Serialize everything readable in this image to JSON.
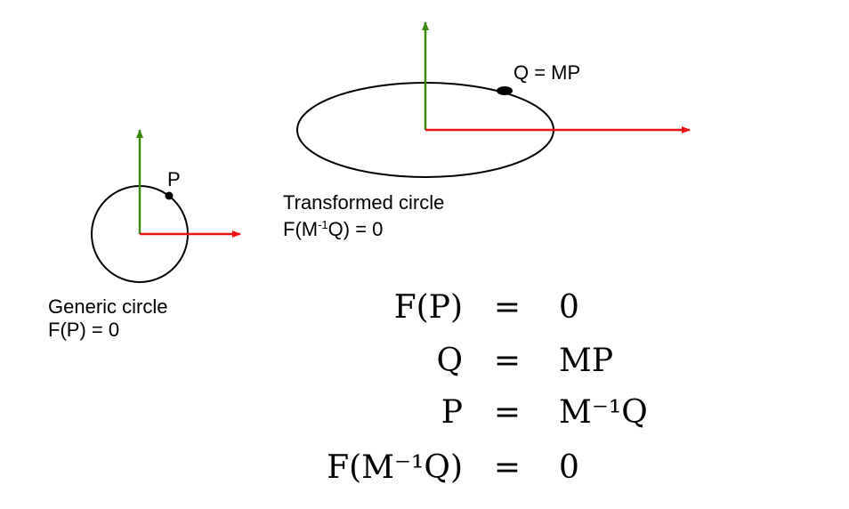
{
  "colors": {
    "x_axis": "#ee1111",
    "y_axis": "#3a8a0f",
    "stroke": "#000000"
  },
  "generic": {
    "point_label": "P",
    "caption_line1": "Generic circle",
    "caption_line2": "F(P) = 0"
  },
  "transformed": {
    "point_label": "Q = MP",
    "caption_line1": "Transformed circle",
    "caption_line2_pre": "F(M",
    "caption_line2_sup": "-1",
    "caption_line2_post": "Q) = 0"
  },
  "equations": [
    {
      "lhs": "F(P)",
      "op": "=",
      "rhs": "0"
    },
    {
      "lhs": "Q",
      "op": "=",
      "rhs": "MP"
    },
    {
      "lhs": "P",
      "op": "=",
      "rhs": "M⁻¹Q"
    },
    {
      "lhs": "F(M⁻¹Q)",
      "op": "=",
      "rhs": "0"
    }
  ]
}
